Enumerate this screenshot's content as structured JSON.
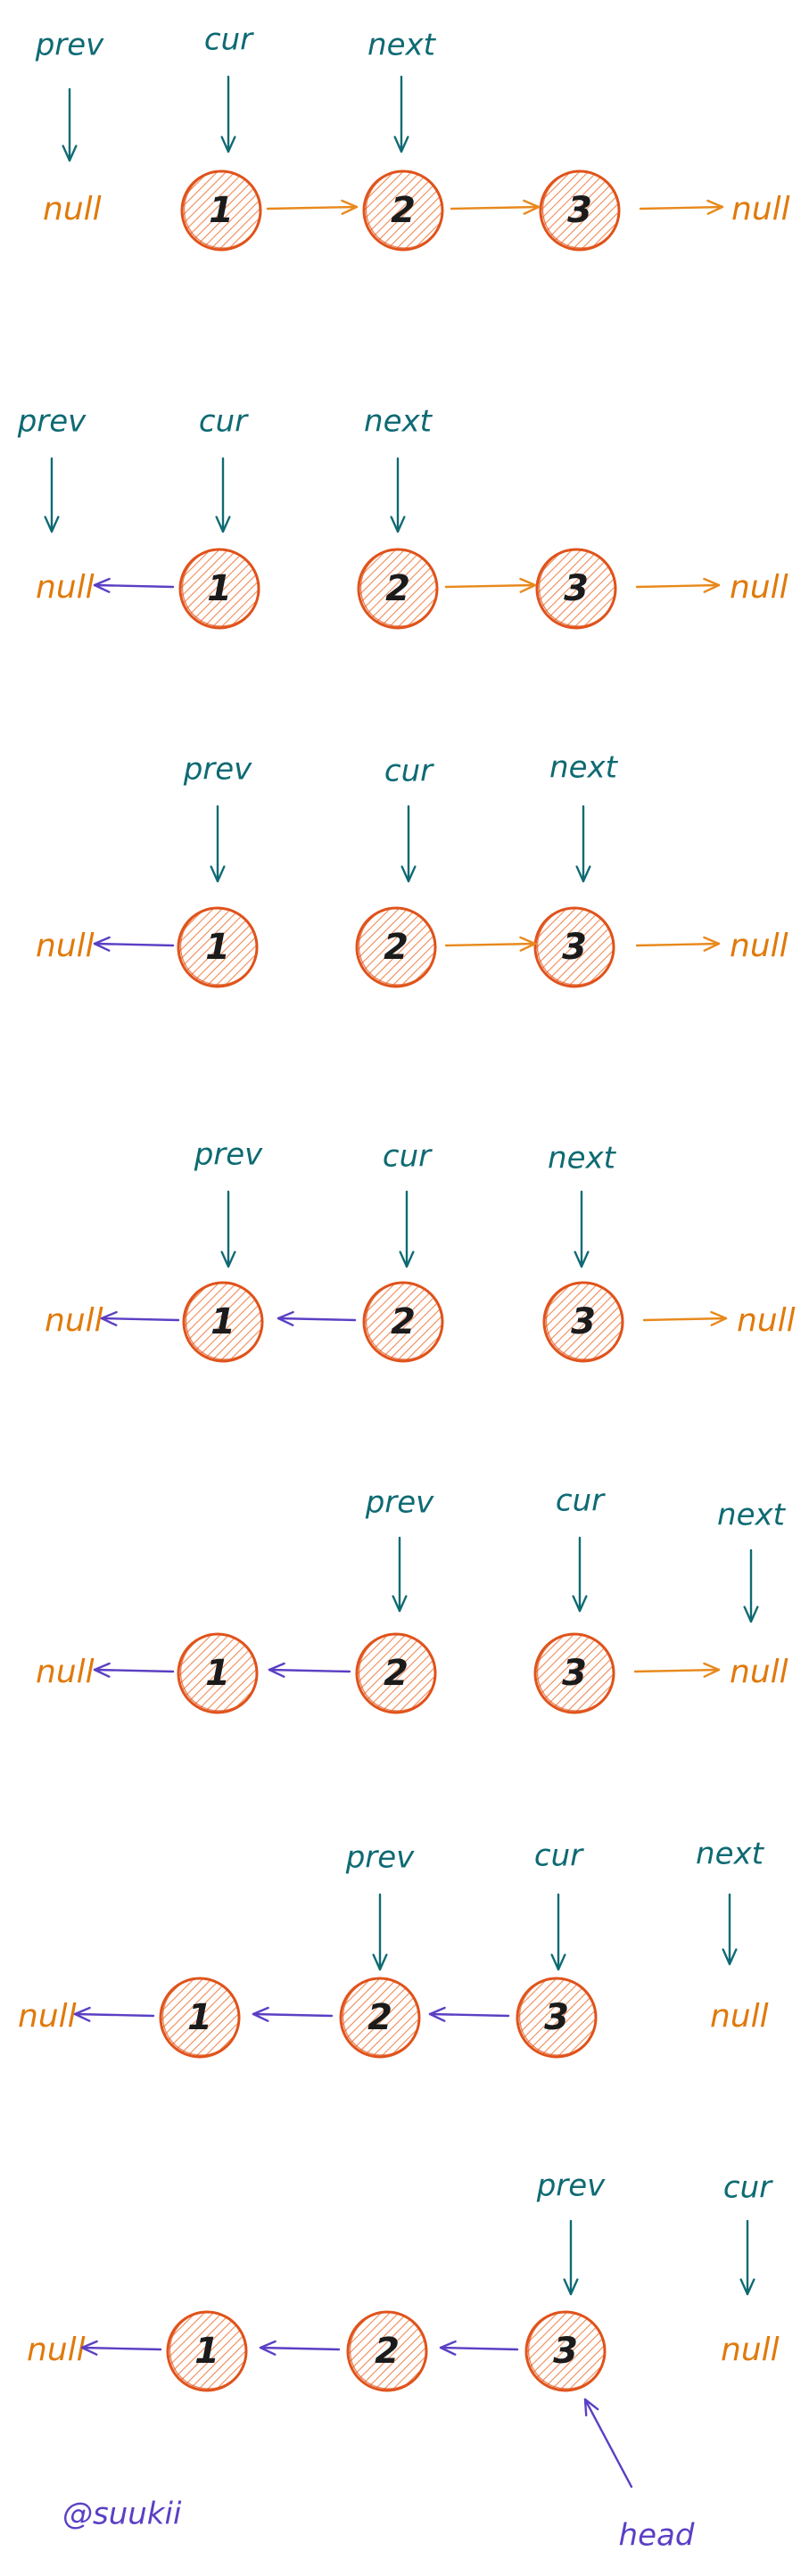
{
  "labels": {
    "prev": "prev",
    "cur": "cur",
    "next": "next",
    "null": "null",
    "head": "head"
  },
  "nodes": [
    "1",
    "2",
    "3"
  ],
  "watermark": "@suukii",
  "colors": {
    "pointer": "#0e6a73",
    "forward_link": "#e8891c",
    "reversed_link": "#5b3fc4",
    "node_stroke": "#e0531b",
    "node_hatch": "#f08a55",
    "null_text": "#e07a0c",
    "watermark": "#5b3fc4"
  },
  "steps": [
    {
      "pointers": [
        "prev->null",
        "cur->1",
        "next->2"
      ],
      "links": [
        "1->2",
        "2->3",
        "3->null"
      ]
    },
    {
      "pointers": [
        "prev->null",
        "cur->1",
        "next->2"
      ],
      "links": [
        "null<-1",
        "2->3",
        "3->null"
      ]
    },
    {
      "pointers": [
        "prev->1",
        "cur->2",
        "next->3"
      ],
      "links": [
        "null<-1",
        "2->3",
        "3->null"
      ]
    },
    {
      "pointers": [
        "prev->1",
        "cur->2",
        "next->3"
      ],
      "links": [
        "null<-1",
        "1<-2",
        "3->null"
      ]
    },
    {
      "pointers": [
        "prev->2",
        "cur->3",
        "next->null"
      ],
      "links": [
        "null<-1",
        "1<-2",
        "3->null"
      ]
    },
    {
      "pointers": [
        "prev->2",
        "cur->3",
        "next->null"
      ],
      "links": [
        "null<-1",
        "1<-2",
        "2<-3"
      ]
    },
    {
      "pointers": [
        "prev->3",
        "cur->null",
        "head->3"
      ],
      "links": [
        "null<-1",
        "1<-2",
        "2<-3"
      ]
    }
  ]
}
